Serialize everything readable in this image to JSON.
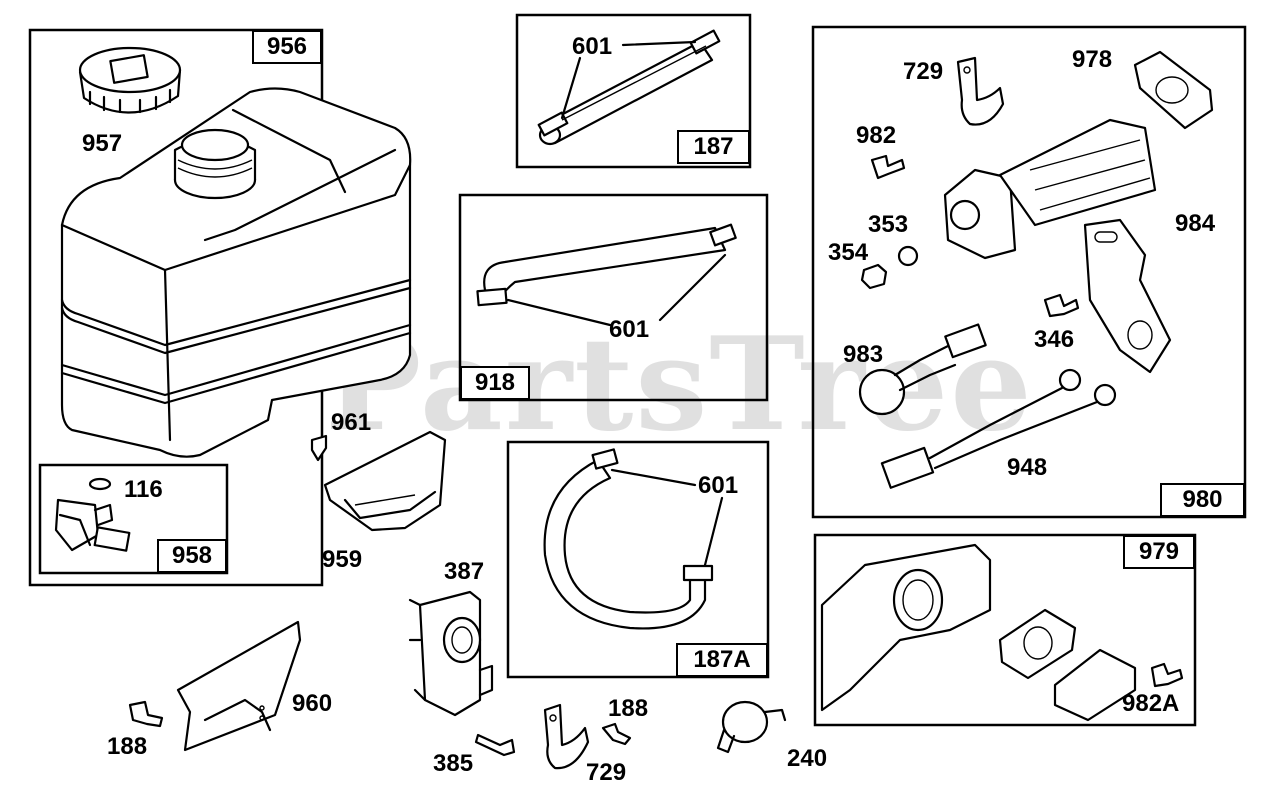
{
  "watermark": "PartsTree",
  "groups": {
    "g956": "956",
    "g187": "187",
    "g918": "918",
    "g187a": "187A",
    "g980": "980",
    "g979": "979",
    "g958": "958"
  },
  "parts": {
    "p957": "957",
    "p116": "116",
    "p601a": "601",
    "p601b": "601",
    "p601c": "601",
    "p961": "961",
    "p959": "959",
    "p387": "387",
    "p960": "960",
    "p188a": "188",
    "p188b": "188",
    "p385": "385",
    "p729a": "729",
    "p729b": "729",
    "p240": "240",
    "p978": "978",
    "p982": "982",
    "p353": "353",
    "p354": "354",
    "p984": "984",
    "p983": "983",
    "p346": "346",
    "p948": "948",
    "p982a": "982A"
  }
}
